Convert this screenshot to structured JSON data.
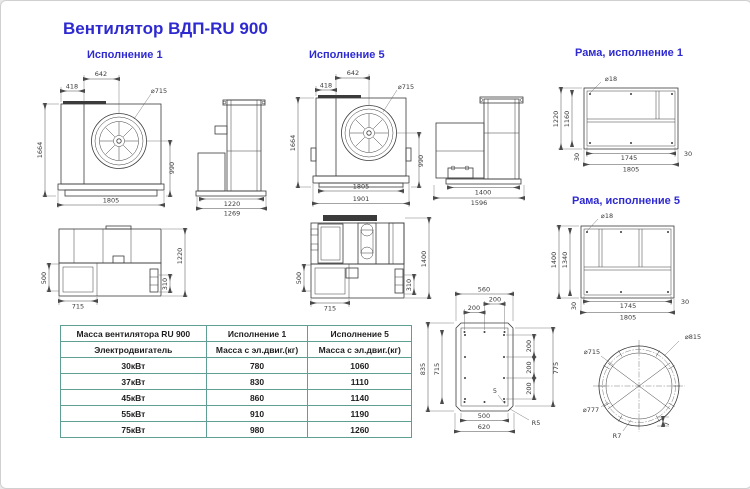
{
  "title": "Вентилятор ВДП-RU 900",
  "sections": {
    "exec1": "Исполнение 1",
    "exec5": "Исполнение 5",
    "frame1": "Рама, исполнение 1",
    "frame5": "Рама, исполнение 5"
  },
  "colors": {
    "accent": "#2e2ad0",
    "line": "#3b3b3b",
    "table_border": "#5f9e93"
  },
  "drawings": {
    "exec1_front": {
      "d642": "642",
      "d418": "418",
      "d715": "⌀715",
      "d1664": "1664",
      "d990": "990",
      "d1805": "1805"
    },
    "exec1_side": {
      "d1220": "1220",
      "d1269": "1269"
    },
    "exec1_top": {
      "d500": "500",
      "d715": "715",
      "d310": "310",
      "d1220": "1220"
    },
    "exec5_front": {
      "d642": "642",
      "d418": "418",
      "d715": "⌀715",
      "d1664": "1664",
      "d990": "990",
      "d1805": "1805",
      "d1901": "1901"
    },
    "exec5_side": {
      "d1400": "1400",
      "d1596": "1596"
    },
    "exec5_top": {
      "d500": "500",
      "d715": "715",
      "d310": "310",
      "d1400": "1400"
    },
    "frame1": {
      "d18": "⌀18",
      "d1220": "1220",
      "d1160": "1160",
      "d30l": "30",
      "d1745": "1745",
      "d30r": "30",
      "d1805": "1805"
    },
    "frame5": {
      "d18": "⌀18",
      "d1400": "1400",
      "d1340": "1340",
      "d30l": "30",
      "d1745": "1745",
      "d30r": "30",
      "d1805": "1805"
    },
    "flange_rect": {
      "d560": "560",
      "d200a": "200",
      "d200b": "200",
      "d835": "835",
      "d715": "715",
      "d200c": "200",
      "d200d": "200",
      "d200e": "200",
      "d775": "775",
      "d5": "5",
      "d500": "500",
      "d620": "620",
      "r5": "R5"
    },
    "flange_round": {
      "d815": "⌀815",
      "d715": "⌀715",
      "d777": "⌀777",
      "r7": "R7",
      "d7": "7"
    }
  },
  "table": {
    "header": [
      "Масса вентилятора RU 900",
      "Исполнение 1",
      "Исполнение 5"
    ],
    "subheader": [
      "Электродвигатель",
      "Масса с эл.двиг.(кг)",
      "Масса с эл.двиг.(кг)"
    ],
    "rows": [
      [
        "30кВт",
        "780",
        "1060"
      ],
      [
        "37кВт",
        "830",
        "1110"
      ],
      [
        "45кВт",
        "860",
        "1140"
      ],
      [
        "55кВт",
        "910",
        "1190"
      ],
      [
        "75кВт",
        "980",
        "1260"
      ]
    ]
  }
}
